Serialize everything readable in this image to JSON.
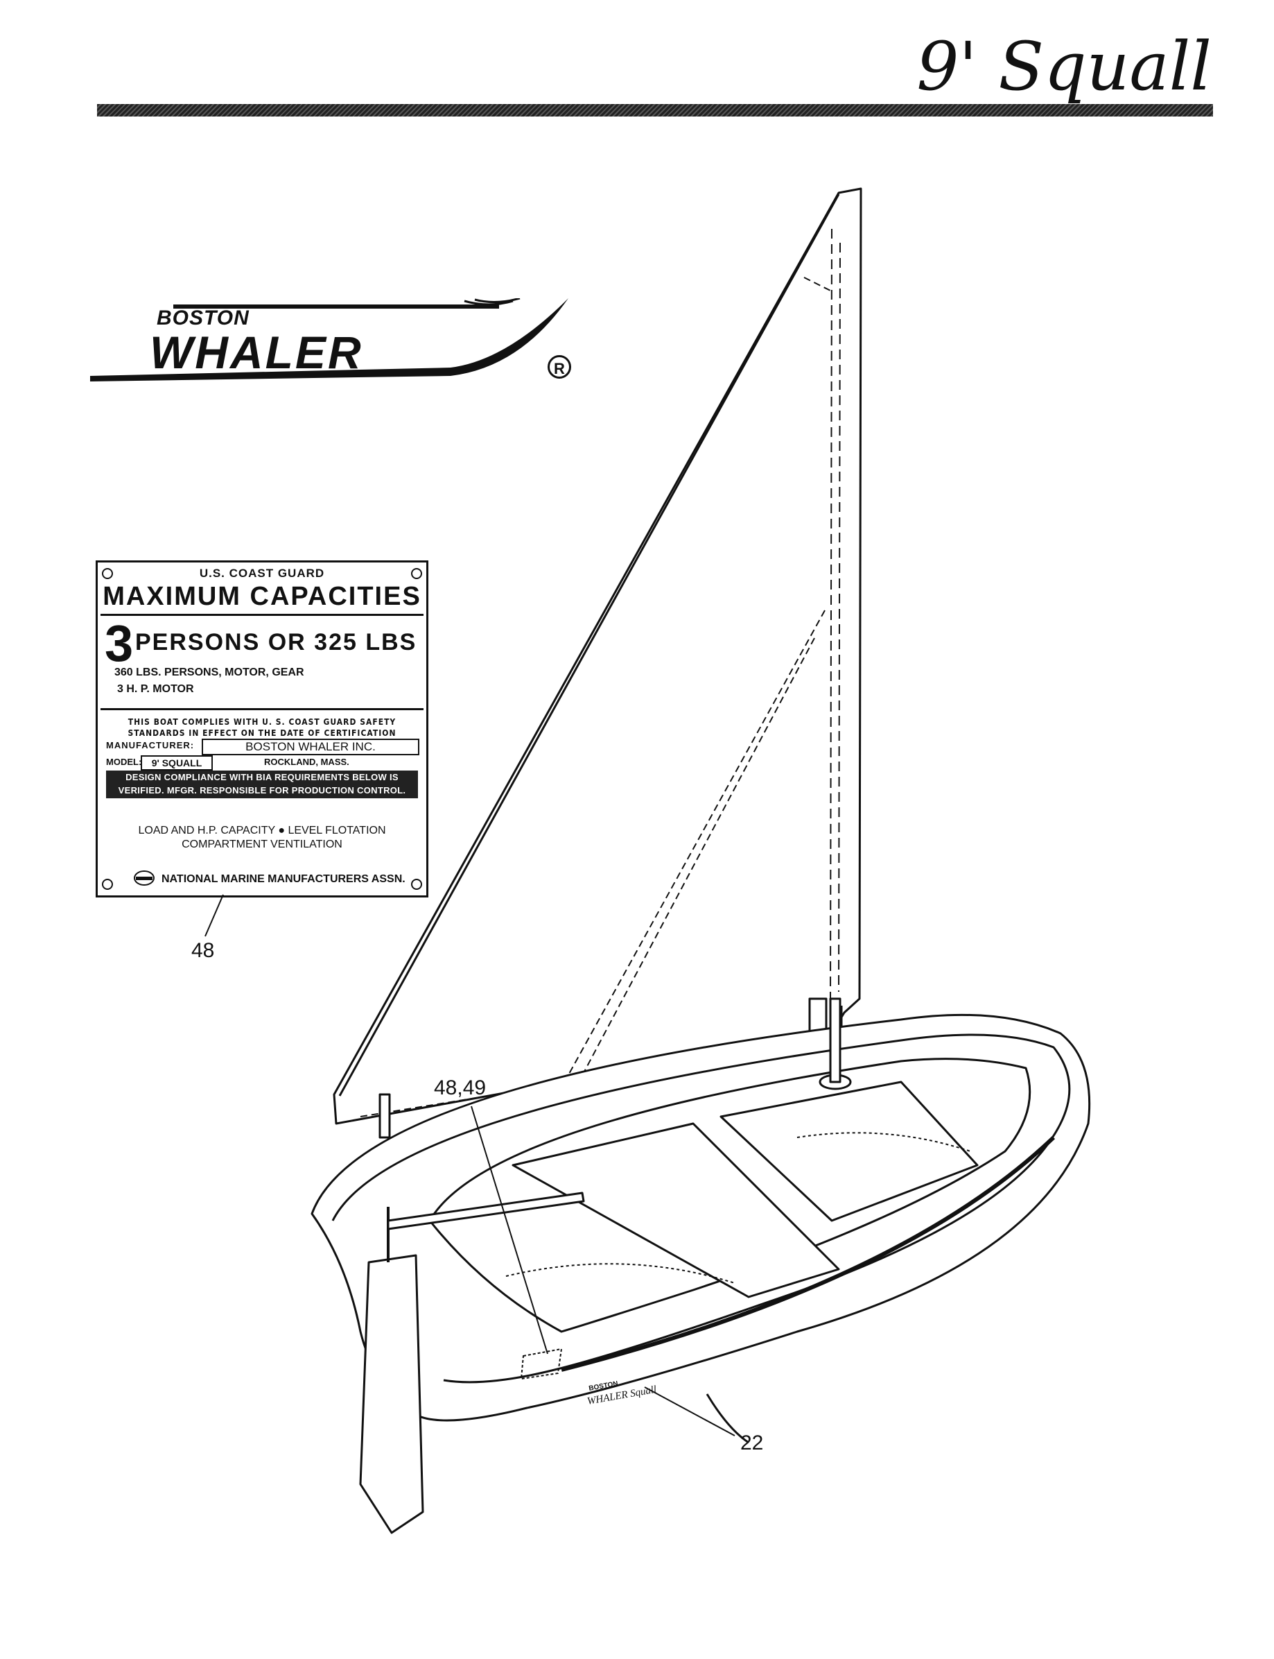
{
  "page_title": "9' Squall",
  "logo": {
    "line1": "BOSTON",
    "line2": "WHALER",
    "registered_mark": "R"
  },
  "capacity_plate": {
    "agency": "U.S. COAST GUARD",
    "heading": "MAXIMUM CAPACITIES",
    "persons_number": "3",
    "persons_text": "PERSONS OR 325 LBS",
    "weight_limit": "360 LBS. PERSONS, MOTOR, GEAR",
    "motor_limit": "3 H. P. MOTOR",
    "compliance_line1": "THIS BOAT COMPLIES WITH U. S. COAST GUARD SAFETY",
    "compliance_line2": "STANDARDS IN EFFECT ON THE DATE OF CERTIFICATION",
    "manufacturer_label": "MANUFACTURER:",
    "manufacturer": "BOSTON WHALER INC.",
    "manufacturer_city": "ROCKLAND, MASS.",
    "model_label": "MODEL:",
    "model": "9' SQUALL",
    "bia_line1": "DESIGN COMPLIANCE WITH BIA REQUIREMENTS BELOW IS",
    "bia_line2": "VERIFIED. MFGR. RESPONSIBLE FOR PRODUCTION CONTROL.",
    "features_line1": "LOAD AND H.P. CAPACITY ● LEVEL FLOTATION",
    "features_line2": "COMPARTMENT VENTILATION",
    "association": "NATIONAL MARINE MANUFACTURERS ASSN.",
    "nmma_badge": "NMMA"
  },
  "callouts": {
    "plate_ref": "48",
    "hull_ref": "48,49",
    "decal_ref": "22"
  },
  "decal": {
    "line1": "BOSTON",
    "line2": "WHALER Squall"
  },
  "icons": [
    "registered-icon",
    "nmma-badge-icon",
    "sailboat-drawing"
  ]
}
